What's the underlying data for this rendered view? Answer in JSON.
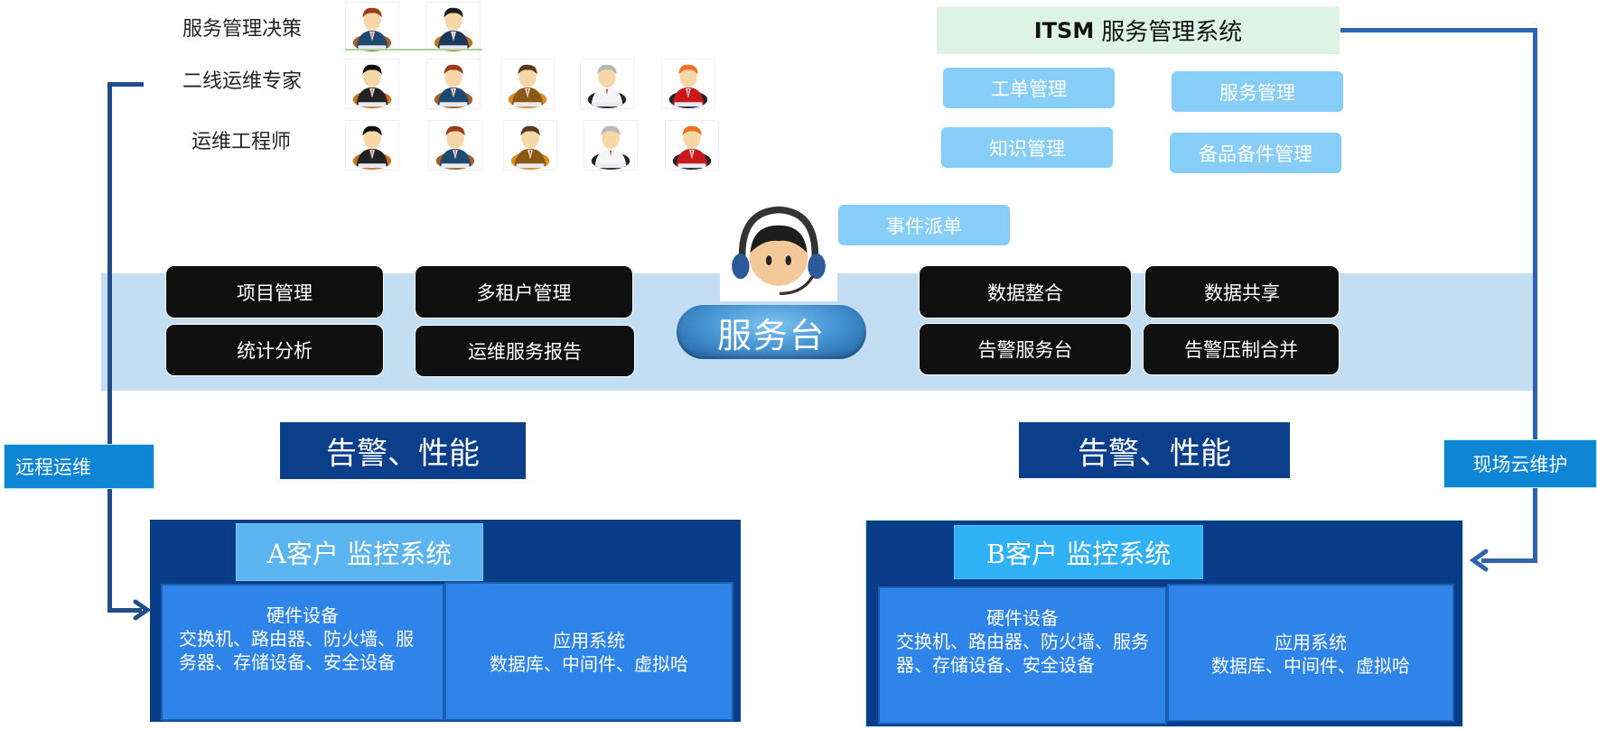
{
  "roles": [
    {
      "label": "服务管理决策",
      "avatars": [
        "manager-red-hair",
        "manager-black-hair"
      ]
    },
    {
      "label": "二线运维专家",
      "avatars": [
        "black-hair-suit",
        "red-hair-suit",
        "brown-hair-sweater",
        "grey-hair-tie",
        "orange-hair-plaid"
      ]
    },
    {
      "label": "运维工程师",
      "avatars": [
        "black-hair-suit",
        "red-hair-suit",
        "brown-hair-sweater",
        "grey-hair-tie",
        "orange-hair-plaid"
      ]
    }
  ],
  "itsm": {
    "title_en": "ITSM",
    "title_cn": "服务管理系统",
    "modules": [
      "工单管理",
      "服务管理",
      "知识管理",
      "备品备件管理"
    ]
  },
  "dispatch": {
    "label": "事件派单"
  },
  "service_desk": {
    "label": "服务台",
    "icon": "headset-agent-icon"
  },
  "left_blocks": [
    "项目管理",
    "多租户管理",
    "统计分析",
    "运维服务报告"
  ],
  "right_blocks": [
    "数据整合",
    "数据共享",
    "告警服务台",
    "告警压制合并"
  ],
  "alerts": {
    "left": "告警、性能",
    "right": "告警、性能"
  },
  "side_labels": {
    "left": "远程运维",
    "right": "现场云维护"
  },
  "customers": [
    {
      "title": "A客户 监控系统",
      "hardware": {
        "heading": "硬件设备",
        "body": "交换机、路由器、防火墙、服务器、存储设备、安全设备"
      },
      "application": {
        "heading": "应用系统",
        "body": "数据库、中间件、虚拟哈"
      }
    },
    {
      "title": "B客户 监控系统",
      "hardware": {
        "heading": "硬件设备",
        "body": "交换机、路由器、防火墙、服务器、存储设备、安全设备"
      },
      "application": {
        "heading": "应用系统",
        "body": "数据库、中间件、虚拟哈"
      }
    }
  ],
  "colors": {
    "band": "#c3def3",
    "module": "#86cdf8",
    "alert": "#0b3f8c",
    "customer_outer": "#0a3d89",
    "customer_cell": "#2f84ea",
    "a_title": "#5ab4f0",
    "b_title": "#30b1f6",
    "connector_left": "#1f4e89",
    "connector_right": "#2e63b0"
  }
}
